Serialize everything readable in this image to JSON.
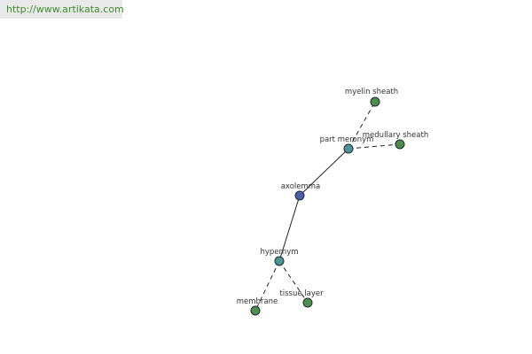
{
  "header": {
    "url": "http://www.artikata.com"
  },
  "colors": {
    "url_text": "#3f8b2f",
    "root_node": "#4c5fa6",
    "relation_node": "#4f9492",
    "leaf_node": "#4f8d4c"
  },
  "graph": {
    "nodes": [
      {
        "id": "axolemma",
        "label": "axolemma",
        "kind": "root"
      },
      {
        "id": "part-meronym",
        "label": "part meronym",
        "kind": "relation"
      },
      {
        "id": "hypernym",
        "label": "hypernym",
        "kind": "relation"
      },
      {
        "id": "myelin-sheath",
        "label": "myelin sheath",
        "kind": "leaf"
      },
      {
        "id": "medullary-sheath",
        "label": "medullary sheath",
        "kind": "leaf"
      },
      {
        "id": "membrane",
        "label": "membrane",
        "kind": "leaf"
      },
      {
        "id": "tissue-layer",
        "label": "tissue layer",
        "kind": "leaf"
      }
    ],
    "edges": [
      {
        "from": "axolemma",
        "to": "part-meronym",
        "style": "solid"
      },
      {
        "from": "axolemma",
        "to": "hypernym",
        "style": "solid"
      },
      {
        "from": "part-meronym",
        "to": "myelin-sheath",
        "style": "dashed"
      },
      {
        "from": "part-meronym",
        "to": "medullary-sheath",
        "style": "dashed"
      },
      {
        "from": "hypernym",
        "to": "membrane",
        "style": "dashed"
      },
      {
        "from": "hypernym",
        "to": "tissue-layer",
        "style": "dashed"
      }
    ]
  }
}
